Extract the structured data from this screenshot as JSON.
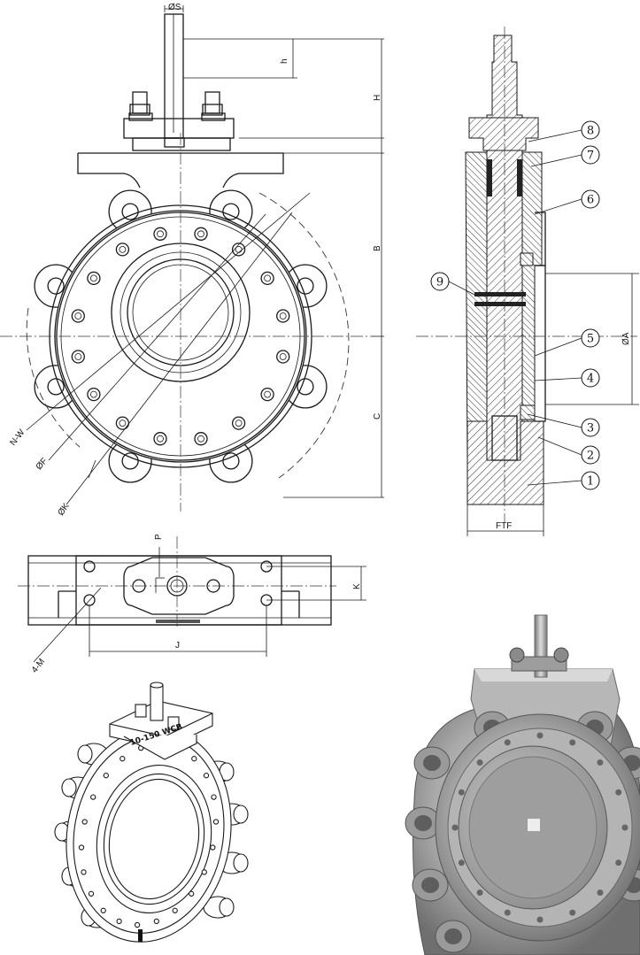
{
  "front_view": {
    "dims": {
      "stem_dia": "ØS",
      "h": "h",
      "H": "H",
      "B": "B",
      "C": "C",
      "bolt_holes": "N-W",
      "F": "ØF",
      "K": "ØK"
    }
  },
  "section_view": {
    "dims": {
      "A": "ØA",
      "ftf": "FTF"
    },
    "balloons": [
      "8",
      "7",
      "6",
      "9",
      "5",
      "4",
      "3",
      "2",
      "1"
    ]
  },
  "top_view": {
    "dims": {
      "P": "P",
      "K": "K",
      "J": "J",
      "M": "4-M"
    }
  },
  "iso_view": {
    "marking": "10-150 WCB"
  }
}
